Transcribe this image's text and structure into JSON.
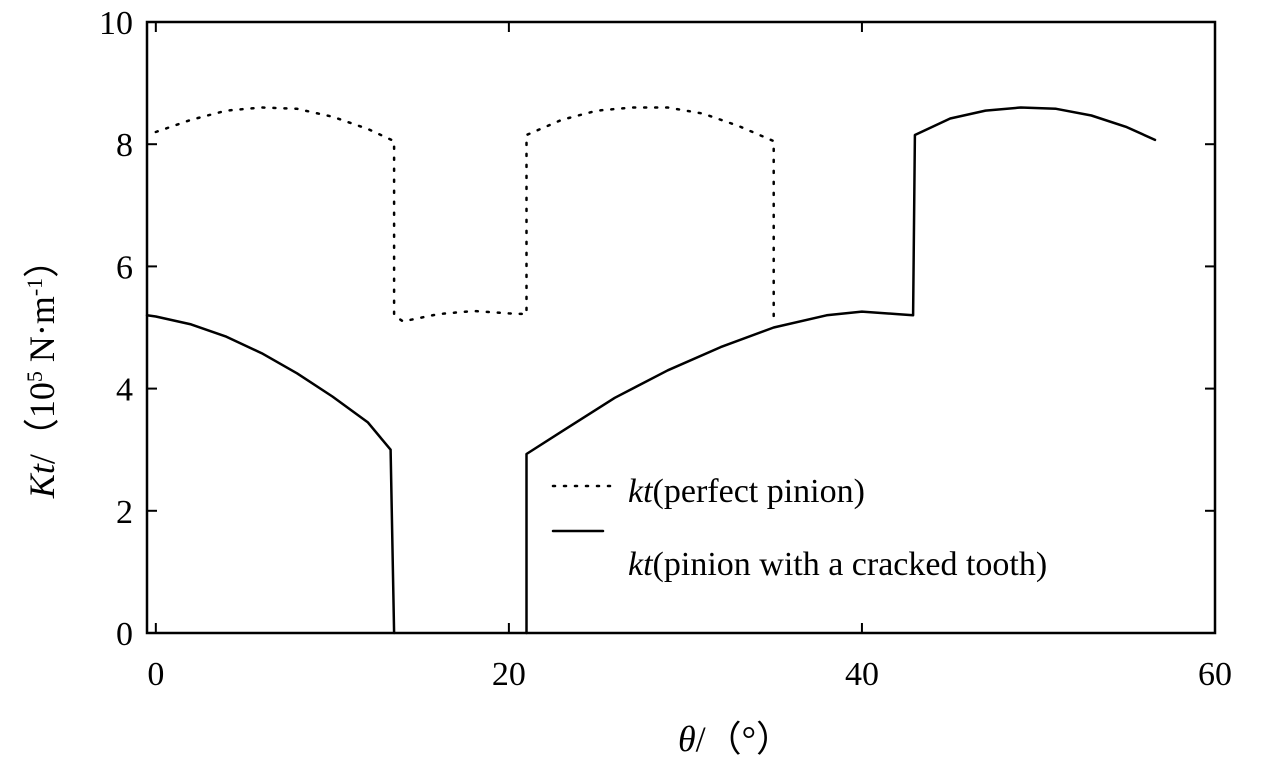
{
  "chart_data": {
    "type": "line",
    "xlim": [
      -0.5,
      60
    ],
    "ylim": [
      0,
      10
    ],
    "x_ticks": [
      0,
      20,
      40,
      60
    ],
    "x_tick_labels": [
      "0",
      "20",
      "40",
      "60"
    ],
    "y_ticks": [
      0,
      2,
      4,
      6,
      8,
      10
    ],
    "y_tick_labels": [
      "0",
      "2",
      "4",
      "6",
      "8",
      "10"
    ],
    "xlabel": {
      "italic": "θ",
      "rest": "/（°）"
    },
    "ylabel": {
      "italic": "Kt",
      "pre": "/（10",
      "sup": "5",
      "mid": " N·m",
      "sup2": "-1",
      "post": "）"
    },
    "grid": false,
    "legend_position": "lower-center-right",
    "series": [
      {
        "name": "(perfect pinion)",
        "name_prefix": "kt",
        "style": "dotted",
        "color": "#000000",
        "points": [
          [
            0,
            8.2
          ],
          [
            2,
            8.4
          ],
          [
            4,
            8.55
          ],
          [
            6,
            8.6
          ],
          [
            8,
            8.58
          ],
          [
            10,
            8.45
          ],
          [
            12,
            8.25
          ],
          [
            13.5,
            8.05
          ],
          [
            13.5,
            5.2
          ],
          [
            14,
            5.1
          ],
          [
            16,
            5.22
          ],
          [
            18,
            5.27
          ],
          [
            20,
            5.23
          ],
          [
            21,
            5.22
          ],
          [
            21,
            8.15
          ],
          [
            23,
            8.4
          ],
          [
            25,
            8.55
          ],
          [
            27,
            8.6
          ],
          [
            29,
            8.6
          ],
          [
            31,
            8.5
          ],
          [
            33,
            8.3
          ],
          [
            35,
            8.05
          ],
          [
            35,
            5.15
          ]
        ]
      },
      {
        "name": "(pinion with a cracked tooth)",
        "name_prefix": "kt",
        "style": "solid",
        "color": "#000000",
        "segments": [
          [
            [
              -0.5,
              5.2
            ],
            [
              0,
              5.18
            ],
            [
              2,
              5.05
            ],
            [
              4,
              4.85
            ],
            [
              6,
              4.58
            ],
            [
              8,
              4.25
            ],
            [
              10,
              3.87
            ],
            [
              12,
              3.45
            ],
            [
              13.3,
              3.0
            ],
            [
              13.5,
              0
            ]
          ],
          [
            [
              21,
              0
            ],
            [
              21,
              2.93
            ],
            [
              23,
              3.3
            ],
            [
              26,
              3.85
            ],
            [
              29,
              4.3
            ],
            [
              32,
              4.68
            ],
            [
              35,
              5.0
            ],
            [
              38,
              5.2
            ],
            [
              40,
              5.26
            ],
            [
              42,
              5.22
            ],
            [
              42.9,
              5.2
            ],
            [
              43,
              8.15
            ],
            [
              45,
              8.42
            ],
            [
              47,
              8.55
            ],
            [
              49,
              8.6
            ],
            [
              51,
              8.58
            ],
            [
              53,
              8.47
            ],
            [
              55,
              8.28
            ],
            [
              56.6,
              8.07
            ]
          ]
        ]
      }
    ]
  }
}
